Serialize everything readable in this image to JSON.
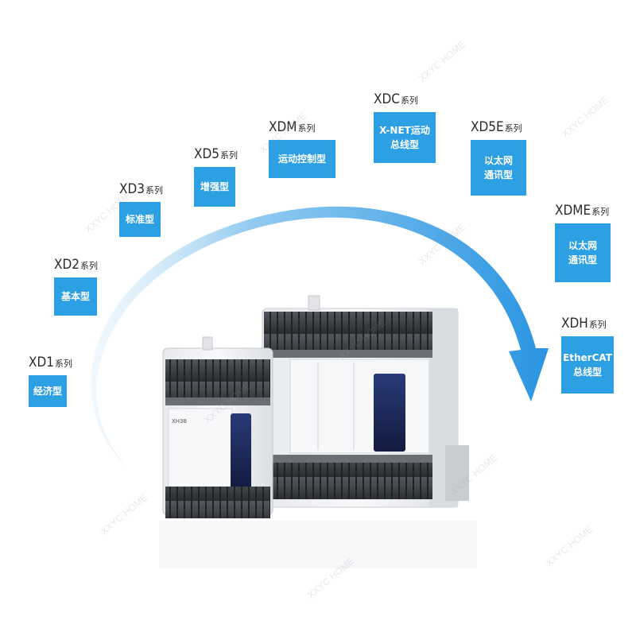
{
  "series_suffix": "系列",
  "watermark": "XXYC HOME",
  "plc_small_label": "XH38",
  "series": [
    {
      "id": "xd1",
      "name": "XD1",
      "desc": "经济型"
    },
    {
      "id": "xd2",
      "name": "XD2",
      "desc": "基本型"
    },
    {
      "id": "xd3",
      "name": "XD3",
      "desc": "标准型"
    },
    {
      "id": "xd5",
      "name": "XD5",
      "desc": "增强型"
    },
    {
      "id": "xdm",
      "name": "XDM",
      "desc": "运动控制型"
    },
    {
      "id": "xdc",
      "name": "XDC",
      "desc": "X-NET运动\n总线型"
    },
    {
      "id": "xd5e",
      "name": "XD5E",
      "desc": "以太网\n通讯型"
    },
    {
      "id": "xdme",
      "name": "XDME",
      "desc": "以太网\n通讯型"
    },
    {
      "id": "xdh",
      "name": "XDH",
      "desc": "EtherCAT\n总线型"
    }
  ],
  "colors": {
    "box": "#2d9fe3",
    "arc": "#1e8fe0",
    "plc_body": "#f2f3f5",
    "plc_terminal": "#3a3d42",
    "plc_panel": "#1c2a5c"
  }
}
